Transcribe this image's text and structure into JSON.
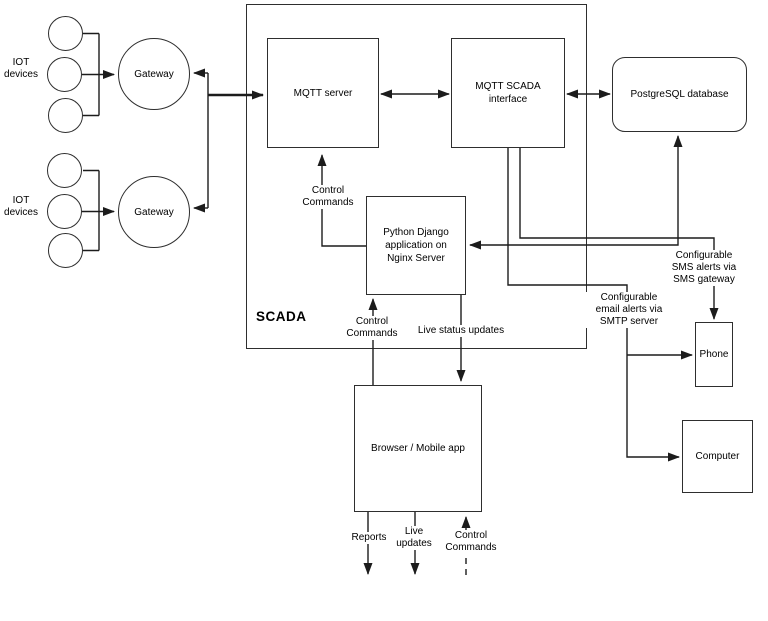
{
  "diagram": {
    "boundary_label": "SCADA",
    "nodes": {
      "iot_cluster_1": {
        "label": "IOT\ndevices"
      },
      "iot_cluster_2": {
        "label": "IOT\ndevices"
      },
      "gateway_1": {
        "label": "Gateway"
      },
      "gateway_2": {
        "label": "Gateway"
      },
      "mqtt_server": {
        "label": "MQTT server"
      },
      "mqtt_scada_interface": {
        "label": "MQTT SCADA\ninterface"
      },
      "postgresql": {
        "label": "PostgreSQL database"
      },
      "django_app": {
        "label": "Python Django\napplication on\nNginx Server"
      },
      "browser": {
        "label": "Browser / Mobile app"
      },
      "phone": {
        "label": "Phone"
      },
      "computer": {
        "label": "Computer"
      }
    },
    "edge_labels": {
      "control_commands_to_mqtt": "Control\nCommands",
      "control_commands_to_django": "Control\nCommands",
      "control_commands_to_browser": "Control\nCommands",
      "live_status_updates": "Live status updates",
      "reports": "Reports",
      "live_updates": "Live\nupdates",
      "sms_alerts": "Configurable\nSMS alerts via\nSMS gateway",
      "email_alerts": "Configurable\nemail alerts via\nSMTP server"
    },
    "colors": {
      "line": "#1c1c1c",
      "box_border": "#2e2e2e",
      "background": "#ffffff",
      "text": "#000000"
    }
  }
}
